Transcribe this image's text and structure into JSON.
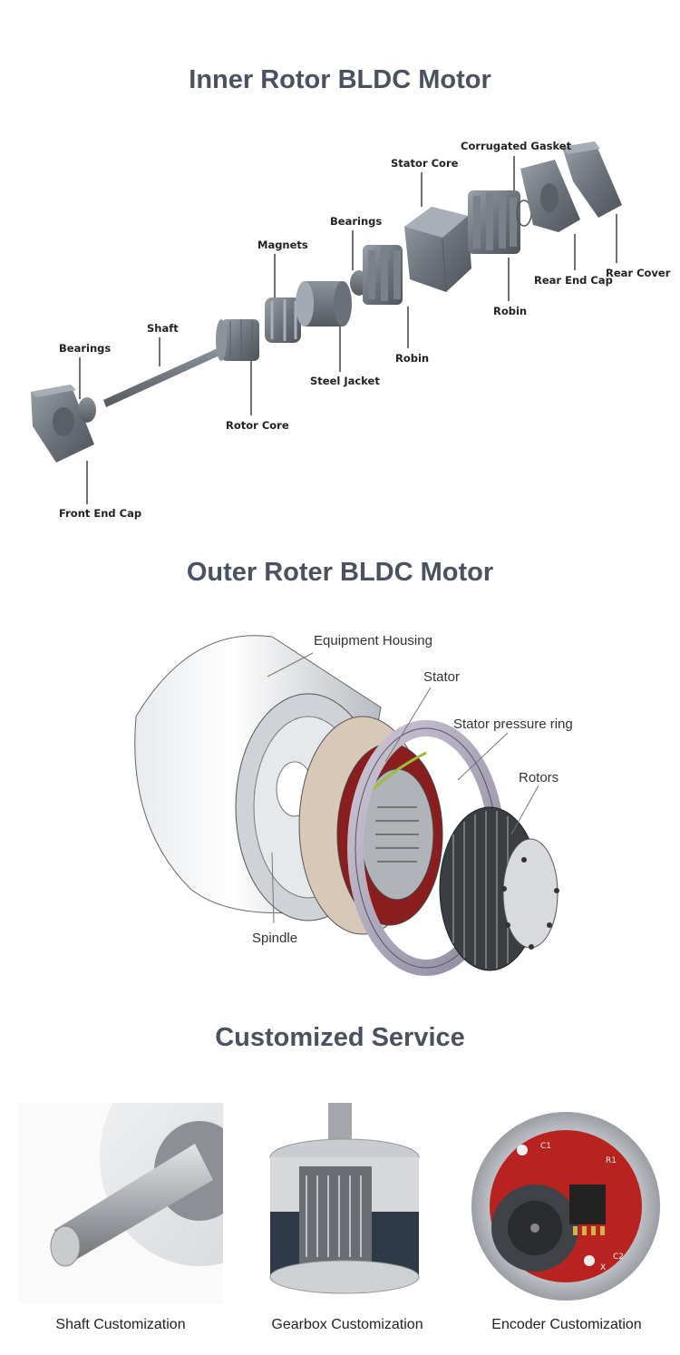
{
  "inner": {
    "title": "Inner Rotor BLDC Motor",
    "labels": {
      "corrugated_gasket": "Corrugated Gasket",
      "stator_core": "Stator Core",
      "bearings_top": "Bearings",
      "magnets": "Magnets",
      "shaft": "Shaft",
      "bearings_left": "Bearings",
      "rear_end_cap": "Rear End Cap",
      "rear_cover": "Rear Cover",
      "robin_right": "Robin",
      "robin_mid": "Robin",
      "steel_jacket": "Steel Jacket",
      "rotor_core": "Rotor Core",
      "front_end_cap": "Front End Cap"
    }
  },
  "outer": {
    "title": "Outer Roter BLDC Motor",
    "labels": {
      "equipment_housing": "Equipment Housing",
      "stator": "Stator",
      "stator_pressure_ring": "Stator pressure ring",
      "rotors": "Rotors",
      "spindle": "Spindle"
    }
  },
  "custom": {
    "title": "Customized Service",
    "items": [
      {
        "caption": "Shaft Customization"
      },
      {
        "caption": "Gearbox Customization"
      },
      {
        "caption": "Encoder Customization"
      }
    ],
    "pcb_marks": [
      "R1",
      "C1",
      "C2",
      "X"
    ]
  }
}
